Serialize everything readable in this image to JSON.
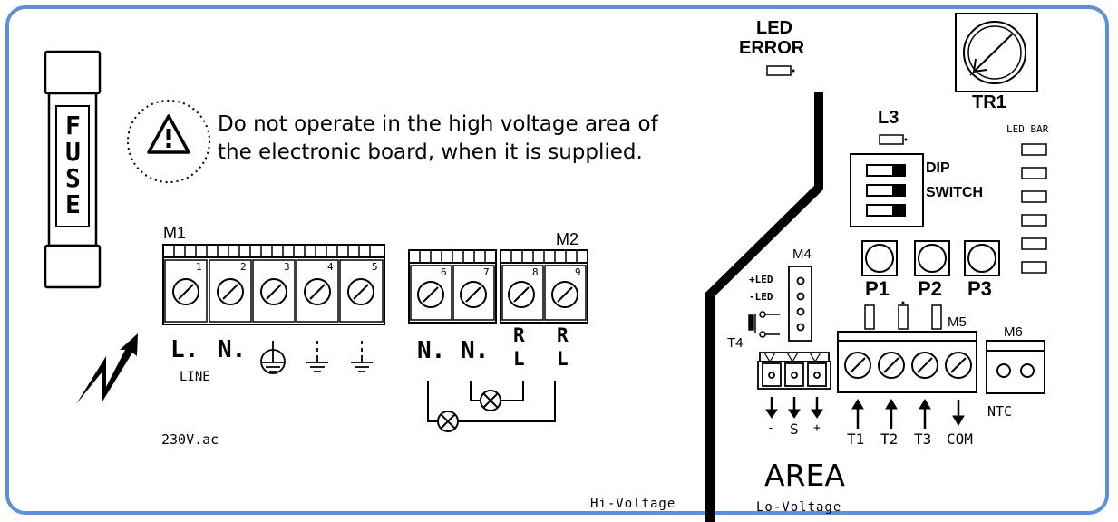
{
  "warning": {
    "line1": "Do not operate in the high voltage area of",
    "line2": "the electronic board, when it is supplied."
  },
  "fuse_label": [
    "F",
    "U",
    "S",
    "E"
  ],
  "labels": {
    "led_error_1": "LED",
    "led_error_2": "ERROR",
    "tr1": "TR1",
    "l3": "L3",
    "led_bar": "LED BAR",
    "dip_1": "DIP",
    "dip_2": "SWITCH",
    "m1": "M1",
    "m2": "M2",
    "m4": "M4",
    "m5": "M5",
    "m6": "M6",
    "p1": "P1",
    "p2": "P2",
    "p3": "P3",
    "t4": "T4",
    "plus_led": "+LED",
    "minus_led": "-LED",
    "ntc": "NTC",
    "area": "AREA",
    "hi_voltage": "Hi-Voltage",
    "lo_voltage": "Lo-Voltage",
    "voltage_ac": "230V.ac",
    "line": "LINE"
  },
  "m1_terminals": [
    "1",
    "2",
    "3",
    "4",
    "5"
  ],
  "m2_terminals": [
    "6",
    "7",
    "8",
    "9"
  ],
  "m1_wiring": {
    "l": "L.",
    "n": "N."
  },
  "m2_wiring": {
    "n1": "N.",
    "n2": "N.",
    "r1a": "R",
    "r1b": "L",
    "r2a": "R",
    "r2b": "L"
  },
  "m5_terminals": [
    "T1",
    "T2",
    "T3",
    "COM"
  ],
  "sensor_pins": [
    "-",
    "S",
    "+"
  ]
}
